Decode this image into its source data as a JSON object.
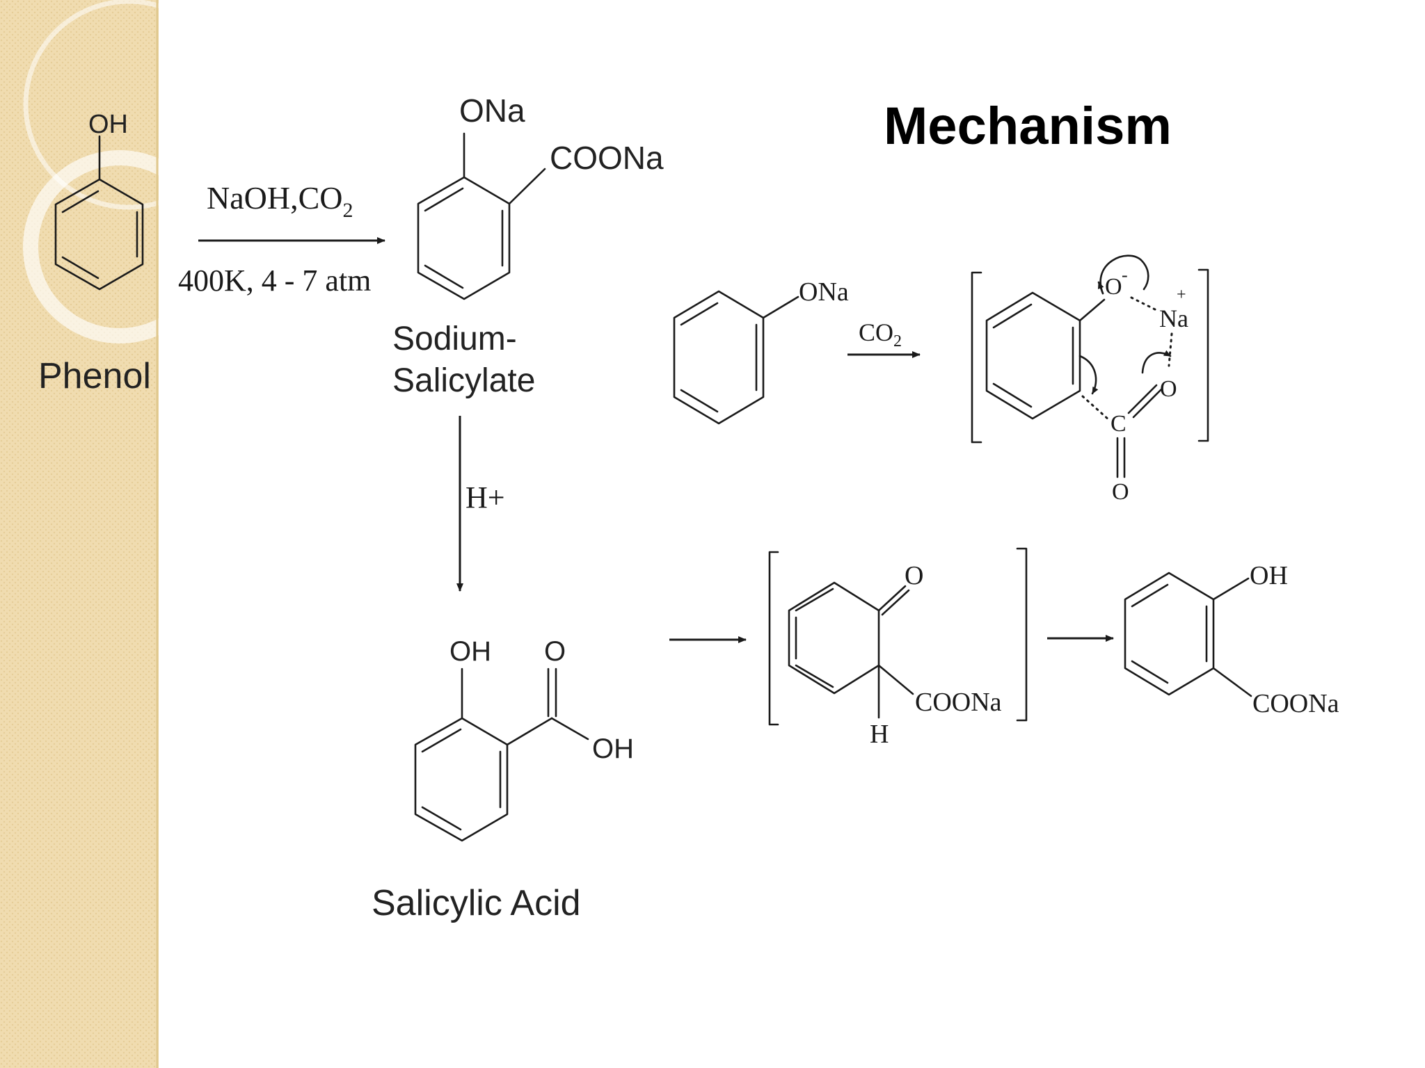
{
  "title": "Mechanism",
  "colors": {
    "sidebar": "#f0dcb0",
    "sidebar_pattern": "#e6cd98",
    "ink": "#1a1a1a"
  },
  "phenol": {
    "group": "OH",
    "name": "Phenol"
  },
  "step1": {
    "reagent_main": "NaOH,CO",
    "reagent_sub": "2",
    "conditions": "400K, 4 - 7 atm"
  },
  "sodium_salicylate": {
    "ona": "ONa",
    "coona": "COONa",
    "name_line1": "Sodium-",
    "name_line2": "Salicylate"
  },
  "acid_step": {
    "reagent": "H+"
  },
  "salicylic_acid": {
    "oh": "OH",
    "o": "O",
    "oh2": "OH",
    "name": "Salicylic Acid"
  },
  "mechanism": {
    "phenoxide_ona": "ONa",
    "co2_main": "CO",
    "co2_sub": "2",
    "int1": {
      "o_minus": "O",
      "minus": "-",
      "na": "Na",
      "plus": "+",
      "o_right": "O",
      "c": "C",
      "o_bottom": "O"
    },
    "int2": {
      "o": "O",
      "coona": "COONa",
      "h": "H"
    },
    "product": {
      "oh": "OH",
      "coona": "COONa"
    }
  }
}
